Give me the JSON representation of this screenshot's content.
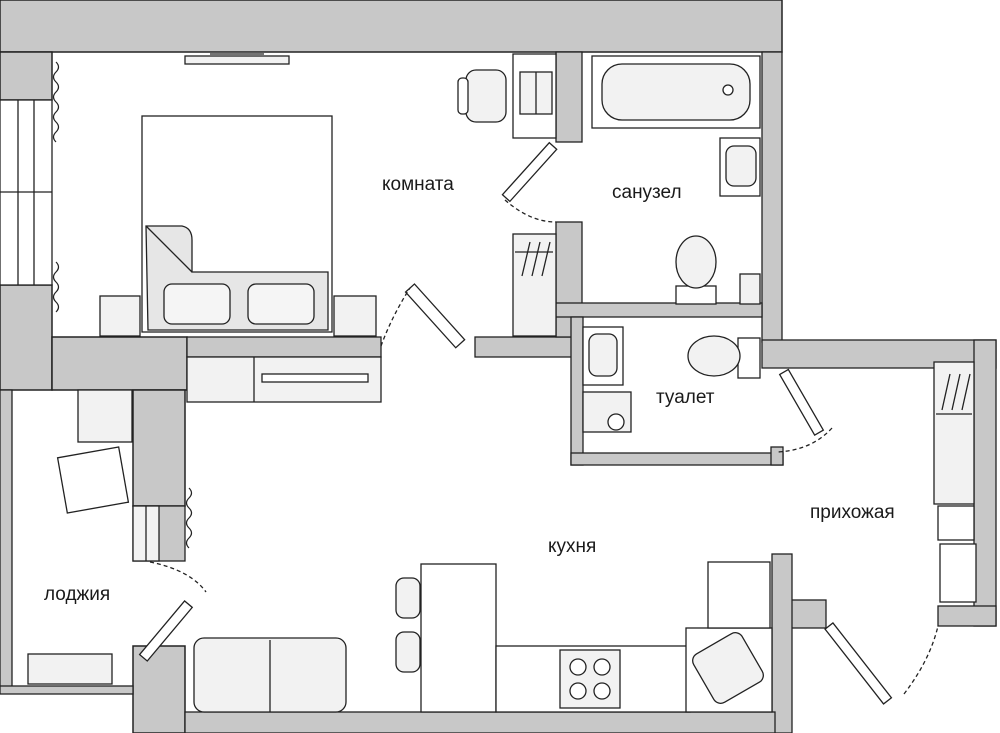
{
  "plan": {
    "colors": {
      "wall": "#c8c8c8",
      "line": "#222222",
      "furniture_fill": "#f2f2f2",
      "floor": "#ffffff"
    },
    "rooms": [
      {
        "id": "room",
        "label": "комната"
      },
      {
        "id": "bathroom",
        "label": "санузел"
      },
      {
        "id": "toilet",
        "label": "туалет"
      },
      {
        "id": "hallway",
        "label": "прихожая"
      },
      {
        "id": "kitchen",
        "label": "кухня"
      },
      {
        "id": "loggia",
        "label": "лоджия"
      }
    ]
  }
}
